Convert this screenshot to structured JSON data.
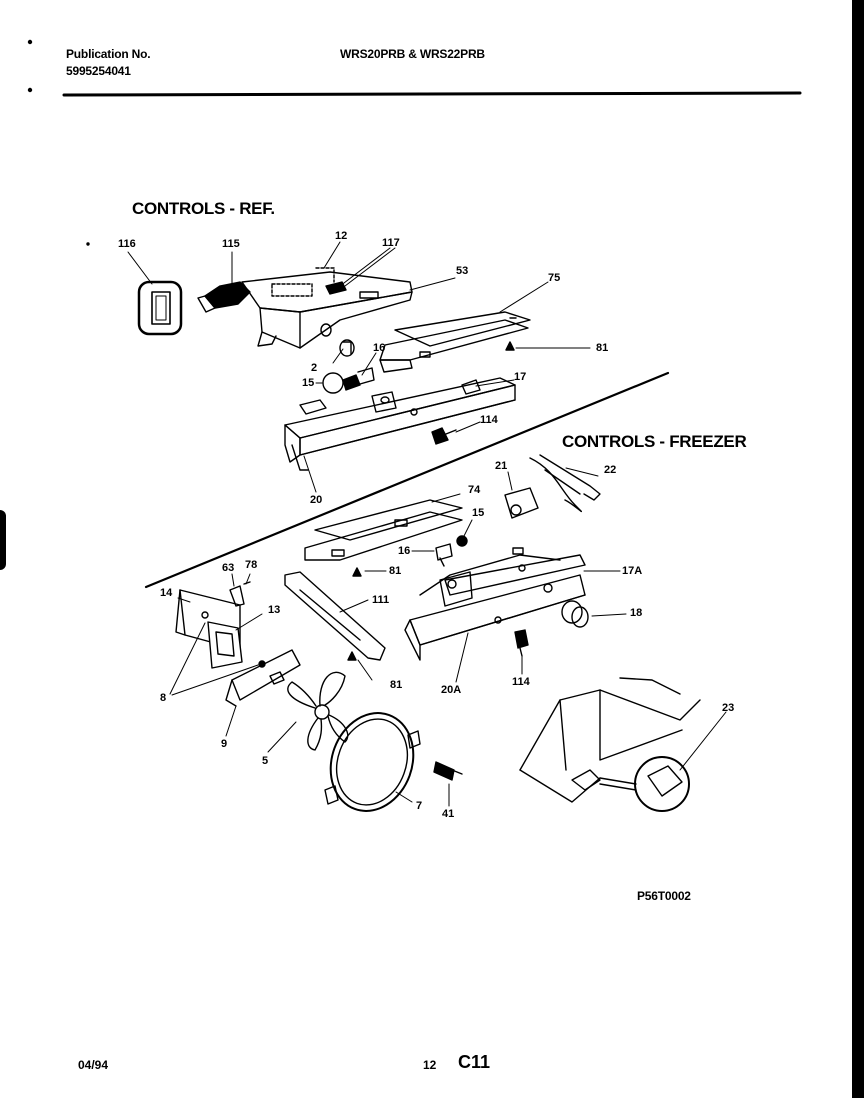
{
  "header": {
    "publication_label": "Publication No.",
    "publication_number": "5995254041",
    "models": "WRS20PRB & WRS22PRB"
  },
  "sections": {
    "ref_title": "CONTROLS - REF.",
    "freezer_title": "CONTROLS - FREEZER"
  },
  "parts": {
    "p116": "116",
    "p115": "115",
    "p12": "12",
    "p117": "117",
    "p53": "53",
    "p75": "75",
    "p81a": "81",
    "p2": "2",
    "p16a": "16",
    "p15a": "15",
    "p17": "17",
    "p114a": "114",
    "p20": "20",
    "p21": "21",
    "p22": "22",
    "p74": "74",
    "p15b": "15",
    "p16b": "16",
    "p81b": "81",
    "p63": "63",
    "p78": "78",
    "p14": "14",
    "p13": "13",
    "p111": "111",
    "p17A": "17A",
    "p18": "18",
    "p8": "8",
    "p81c": "81",
    "p20A": "20A",
    "p114b": "114",
    "p9": "9",
    "p5": "5",
    "p7": "7",
    "p41": "41",
    "p23": "23"
  },
  "diagram_code": "P56T0002",
  "footer": {
    "date": "04/94",
    "page": "12",
    "code": "C11"
  }
}
